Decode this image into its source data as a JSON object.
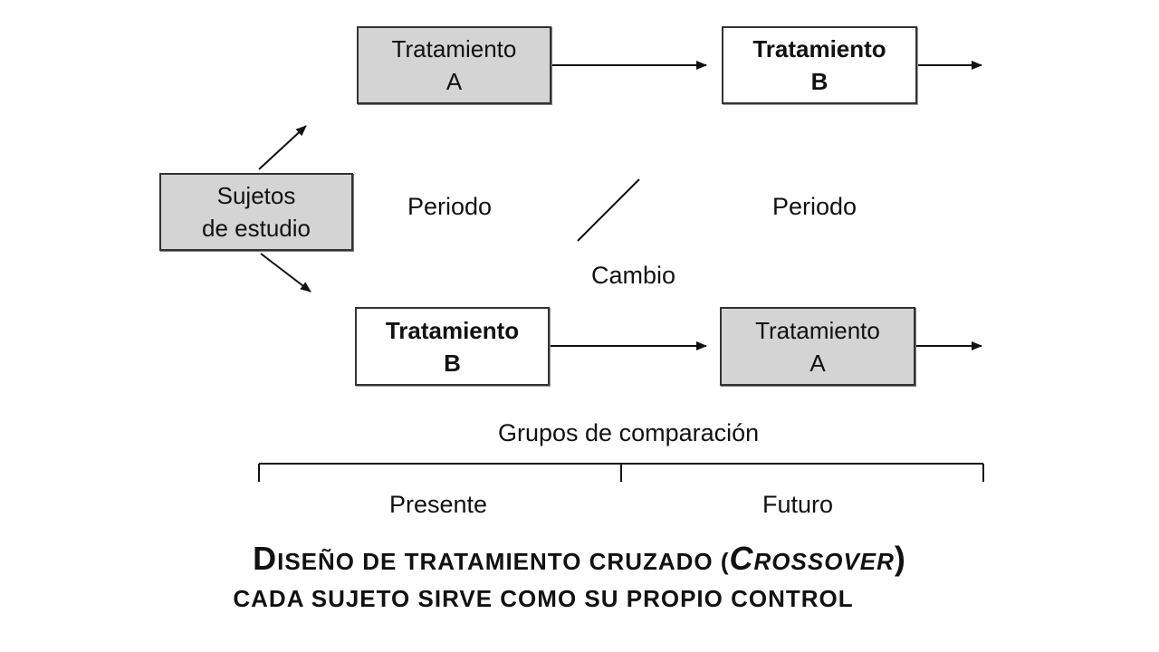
{
  "diagram": {
    "subjects_box": {
      "line1": "Sujetos",
      "line2": "de estudio"
    },
    "top_row": {
      "first": {
        "line1": "Tratamiento",
        "line2": "A"
      },
      "second": {
        "line1": "Tratamiento",
        "line2": "B"
      }
    },
    "bottom_row": {
      "first": {
        "line1": "Tratamiento",
        "line2": "B"
      },
      "second": {
        "line1": "Tratamiento",
        "line2": "A"
      }
    },
    "period_left": "Periodo",
    "period_right": "Periodo",
    "switch_label": "Cambio",
    "groups_label": "Grupos de comparación",
    "timeline": {
      "left": "Presente",
      "right": "Futuro"
    },
    "colors": {
      "gray_box": "#d4d4d4",
      "white_box": "#ffffff",
      "line": "#333333"
    }
  },
  "caption": {
    "line1": {
      "d_big": "D",
      "d_rest": "iseño de tratamiento cruzado (",
      "c_big": "C",
      "c_rest": "rossover",
      "close": ")"
    },
    "line2": "cada sujeto sirve como su propio control"
  }
}
